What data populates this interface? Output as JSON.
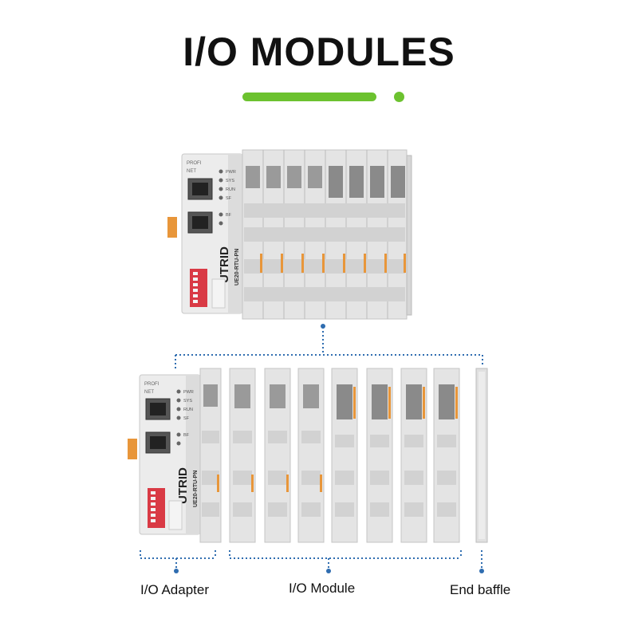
{
  "title": "I/O MODULES",
  "colors": {
    "accent": "#6cc22f",
    "connector": "#2f6db0",
    "module_body": "#e6e6e6",
    "terminal_orange": "#e8963a",
    "dip_red": "#d93a45"
  },
  "device": {
    "brand": "UTRID",
    "model": "UE20-RTU-PN",
    "network_lines": [
      "PROFI",
      "NET"
    ],
    "leds": [
      "PWR",
      "SYS",
      "RUN",
      "SF"
    ],
    "second_led": "BF"
  },
  "labels": {
    "adapter": "I/O Adapter",
    "module": "I/O Module",
    "baffle": "End baffle"
  }
}
